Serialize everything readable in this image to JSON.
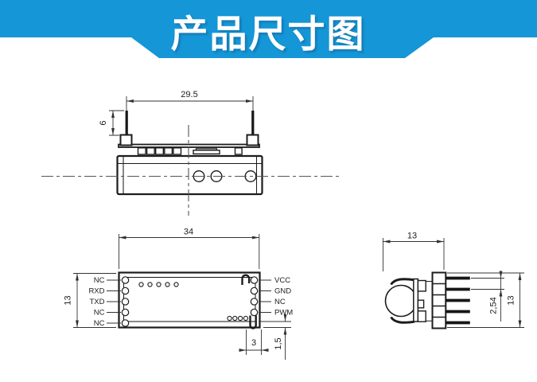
{
  "header": {
    "title": "产品尺寸图"
  },
  "colors": {
    "banner_blue": "#1596d7",
    "line_dark": "#1c1c1c"
  },
  "side_view": {
    "width_dim": "29.5",
    "pin_height_dim": "6"
  },
  "top_view": {
    "width_dim": "34",
    "height_dim": "13",
    "step_width_dim": "3",
    "step_height_dim": "1,5",
    "left_pins": [
      "NC",
      "RXD",
      "TXD",
      "NC",
      "NC"
    ],
    "right_pins": [
      "VCC",
      "GND",
      "NC",
      "PWM"
    ]
  },
  "front_view": {
    "width_dim": "13",
    "height_dim": "13",
    "pitch_dim": "2,54"
  }
}
